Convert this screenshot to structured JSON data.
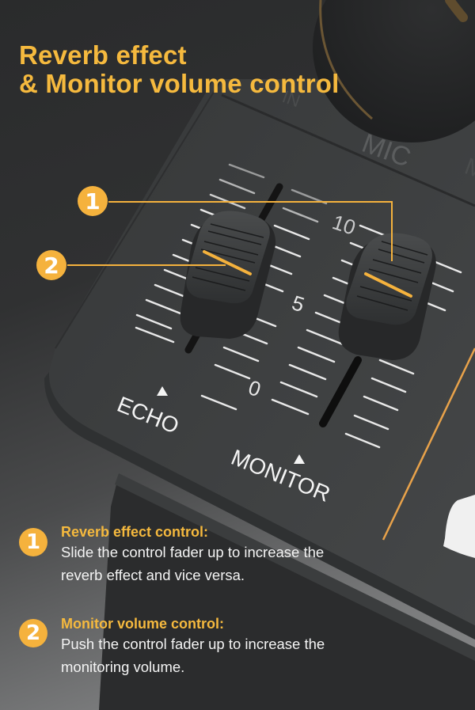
{
  "header": {
    "title_line1": "Reverb effect",
    "title_line2": "& Monitor volume control"
  },
  "device": {
    "knob_label": "MIC",
    "partial_labels": [
      "IN",
      "M"
    ],
    "scale_labels": {
      "max": "10",
      "mid": "5",
      "min": "0"
    },
    "faders": [
      {
        "label": "ECHO",
        "callout": "2"
      },
      {
        "label": "MONITOR",
        "callout": "1"
      }
    ],
    "callouts": [
      {
        "number": "1"
      },
      {
        "number": "2"
      }
    ]
  },
  "features": [
    {
      "number": "1",
      "title": "Reverb effect control:",
      "description_line1": "Slide the control fader up to increase the",
      "description_line2": "reverb effect and vice versa."
    },
    {
      "number": "2",
      "title": "Monitor volume control:",
      "description_line1": "Push the control fader up to increase the",
      "description_line2": "monitoring volume."
    }
  ],
  "colors": {
    "accent": "#f5b23d",
    "panel": "#3f4142",
    "background_dark": "#2c2d2e",
    "background_light": "#8a8b8c"
  }
}
